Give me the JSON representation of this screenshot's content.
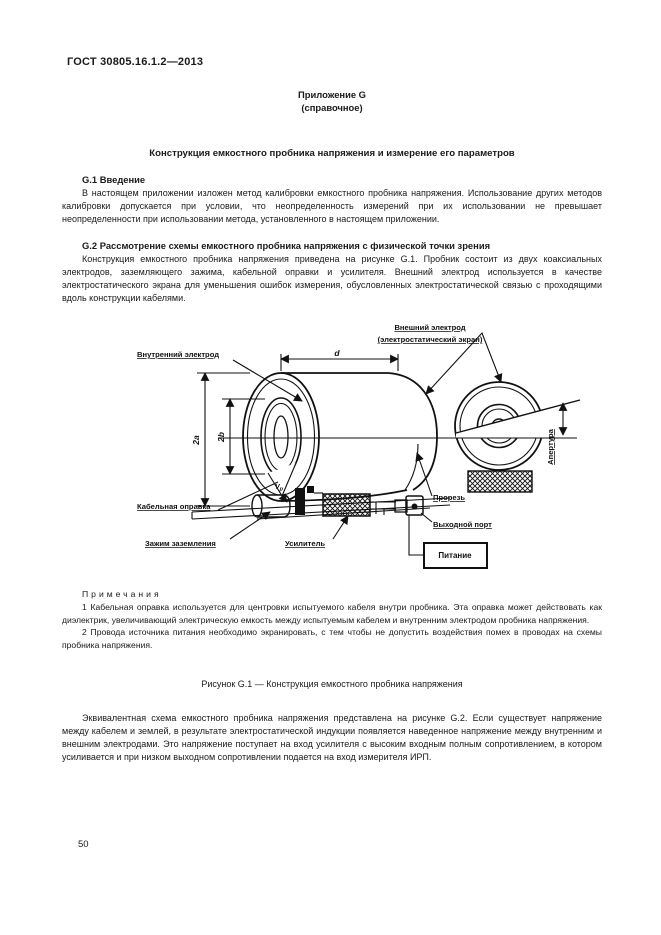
{
  "page": {
    "header": "ГОСТ 30805.16.1.2—2013",
    "appendix_label": "Приложение G",
    "appendix_type": "(справочное)",
    "title": "Конструкция емкостного пробника напряжения и измерение его параметров",
    "page_number": "50"
  },
  "sections": {
    "g1_heading": "G.1 Введение",
    "g1_paragraph": "В настоящем приложении изложен метод калибровки емкостного пробника напряжения. Использование других методов калибровки допускается при условии, что неопределенность измерений при их использовании не превышает неопределенности при использовании метода, установленного в настоящем приложении.",
    "g2_heading": "G.2 Рассмотрение схемы емкостного пробника напряжения с физической точки зрения",
    "g2_paragraph": "Конструкция емкостного пробника напряжения приведена на рисунке G.1. Пробник состоит из двух коаксиальных электродов, заземляющего зажима, кабельной оправки и усилителя. Внешний электрод используется в качестве электростатического экрана для уменьшения ошибок измерения, обусловленных электростатической связью с проходящими вдоль конструкции кабелями.",
    "closing_paragraph": "Эквивалентная схема емкостного пробника напряжения представлена на рисунке G.2. Если существует напряжение между кабелем и землей, в результате электростатической индукции появляется наведенное напряжение между внутренним и внешним электродами. Это напряжение поступает на вход усилителя с высоким входным полным сопротивлением, в котором усиливается и при низком выходном сопротивлении подается на вход измерителя ИРП."
  },
  "notes": {
    "heading": "Примечания",
    "items": [
      "1 Кабельная оправка используется для центровки испытуемого кабеля внутри пробника. Эта оправка может действовать как диэлектрик, увеличивающий электрическую емкость между испытуемым кабелем и внутренним электродом пробника напряжения.",
      "2 Провода источника питания необходимо экранировать, с тем чтобы не допустить воздействия помех в проводах на схемы пробника напряжения."
    ]
  },
  "figure": {
    "caption": "Рисунок G.1 — Конструкция емкостного пробника напряжения",
    "labels": {
      "outer_electrode_line1": "Внешний электрод",
      "outer_electrode_line2": "(электростатический экран)",
      "inner_electrode": "Внутренний электрод",
      "cable_mandrel": "Кабельная оправка",
      "ground_clamp": "Зажим заземления",
      "amplifier": "Усилитель",
      "slot": "Прорезь",
      "output_port": "Выходной порт",
      "power": "Питание",
      "aperture": "Апертура",
      "dim_d": "d",
      "dim_2a": "2a",
      "dim_2b": "2b",
      "probe_voltage_main": "V",
      "probe_voltage_sub": "p"
    }
  }
}
